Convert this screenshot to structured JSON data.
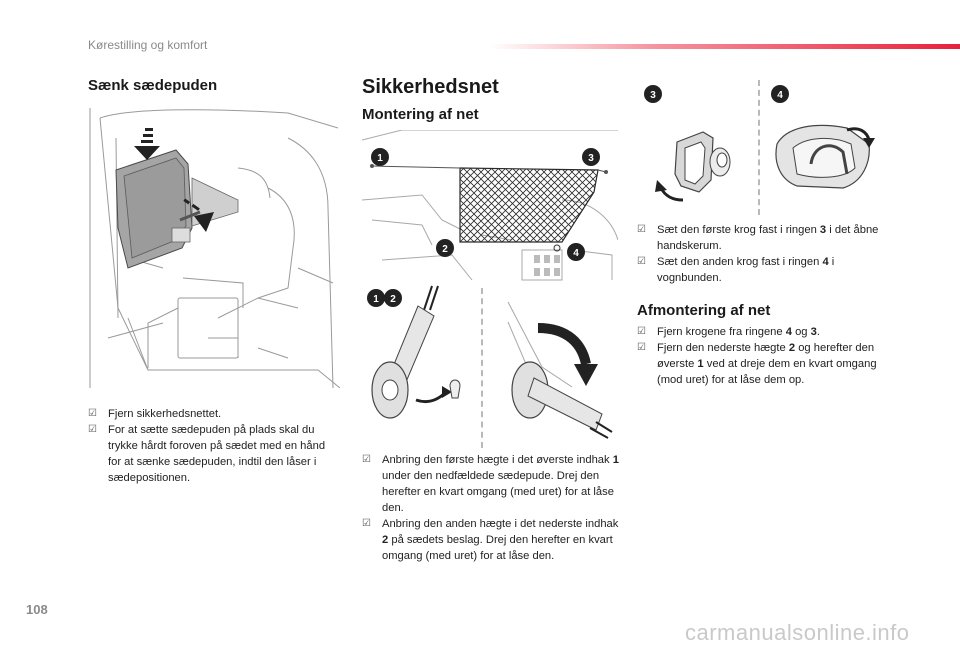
{
  "header": {
    "section": "Kørestilling og komfort"
  },
  "left": {
    "title": "Sænk sædepuden",
    "bullets": [
      "Fjern sikkerhedsnettet.",
      "For at sætte sædepuden på plads skal du trykke hårdt foroven på sædet med en hånd for at sænke sædepuden, indtil den låser i sædepositionen."
    ]
  },
  "middle": {
    "title": "Sikkerhedsnet",
    "subtitle": "Montering af net",
    "callouts_top": [
      "1",
      "2",
      "3",
      "4"
    ],
    "callouts_bottom": [
      "1",
      "2"
    ],
    "bullets": [
      {
        "a": "Anbring den første hægte i det øverste indhak ",
        "b": "1",
        "c": " under den nedfældede sædepude. Drej den herefter en kvart omgang (med uret) for at låse den."
      },
      {
        "a": "Anbring den anden hægte i det nederste indhak ",
        "b": "2",
        "c": " på sædets beslag. Drej den herefter en kvart omgang (med uret) for at låse den."
      }
    ]
  },
  "right": {
    "callouts": [
      "3",
      "4"
    ],
    "bullets": [
      {
        "a": "Sæt den første krog fast i ringen ",
        "b": "3",
        "c": " i det åbne handskerum."
      },
      {
        "a": "Sæt den anden krog fast i ringen ",
        "b": "4",
        "c": " i vognbunden."
      }
    ],
    "title": "Afmontering af net",
    "bullets2": [
      {
        "a": "Fjern krogene fra ringene ",
        "b": "4",
        "c": " og ",
        "d": "3",
        "e": "."
      },
      {
        "a": "Fjern den nederste hægte ",
        "b": "2",
        "c": " og herefter den øverste ",
        "d": "1",
        "e": " ved at dreje dem en kvart omgang (mod uret) for at låse dem op."
      }
    ]
  },
  "footer": {
    "page_number": "108",
    "watermark": "carmanualsonline.info"
  },
  "icons": {
    "bullet": "checkbox-bullet-icon"
  }
}
